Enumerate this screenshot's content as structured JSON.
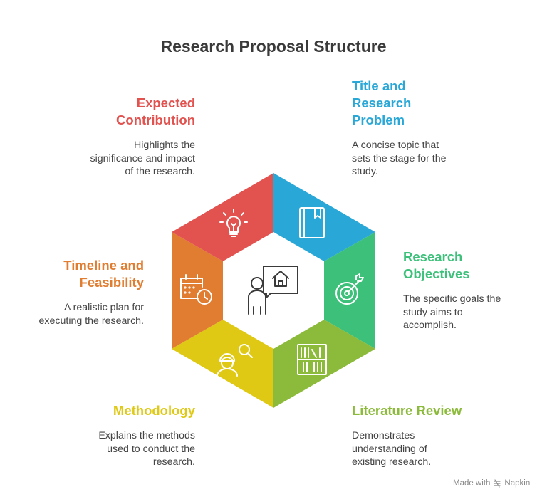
{
  "title": "Research Proposal Structure",
  "sections": {
    "title_problem": {
      "heading": "Title and\nResearch\nProblem",
      "description": "A concise topic that\nsets the stage for the\nstudy.",
      "color": "#29a8d8",
      "icon": "book-icon"
    },
    "objectives": {
      "heading": "Research\nObjectives",
      "description": "The specific goals the\nstudy aims to\naccomplish.",
      "color": "#3cc07a",
      "icon": "target-icon"
    },
    "literature": {
      "heading": "Literature Review",
      "description": "Demonstrates\nunderstanding of\nexisting research.",
      "color": "#8cbb3c",
      "icon": "bookshelf-icon"
    },
    "methodology": {
      "heading": "Methodology",
      "description": "Explains the methods\nused to conduct the\nresearch.",
      "color": "#dfc914",
      "icon": "worker-search-icon"
    },
    "timeline": {
      "heading": "Timeline and\nFeasibility",
      "description": "A realistic plan for\nexecuting the research.",
      "color": "#e07d30",
      "icon": "calendar-clock-icon"
    },
    "contribution": {
      "heading": "Expected\nContribution",
      "description": "Highlights the\nsignificance and impact\nof the research.",
      "color": "#e25350",
      "icon": "lightbulb-icon"
    }
  },
  "center_icon": "person-presenting-icon",
  "footer": {
    "made_with": "Made with",
    "brand": "Napkin"
  }
}
